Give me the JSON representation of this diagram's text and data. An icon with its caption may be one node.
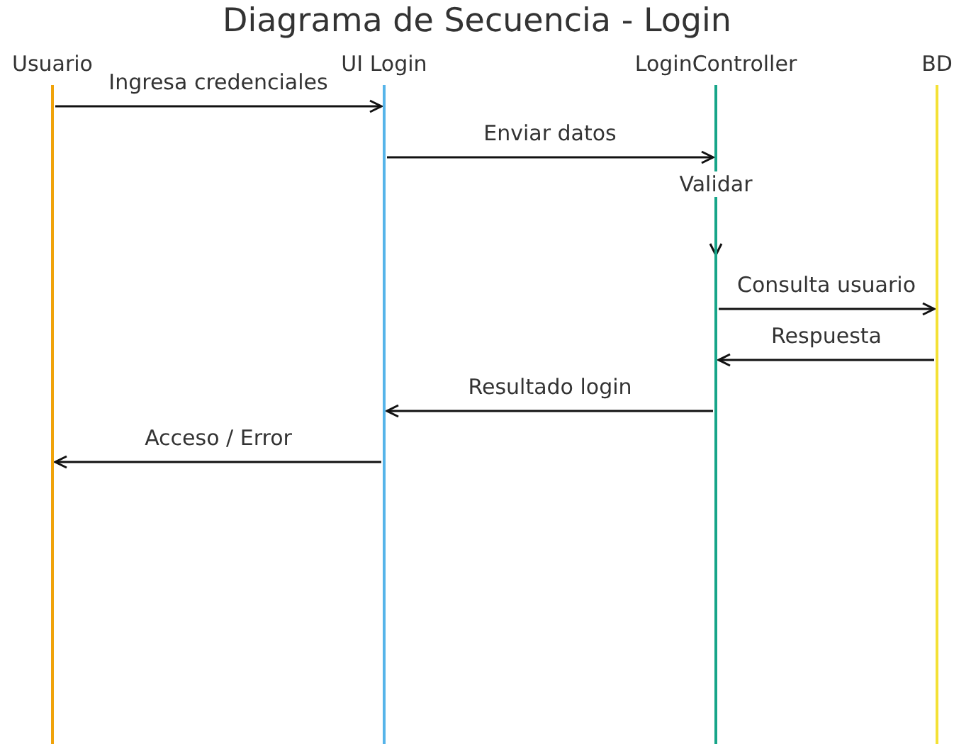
{
  "diagram": {
    "title": "Diagrama de Secuencia - Login",
    "nodes": [
      {
        "text": [
          "Usuario"
        ]
      },
      {
        "text": [
          "UI Login"
        ]
      },
      {
        "text": [
          "LoginController"
        ]
      },
      {
        "text": [
          "BD"
        ]
      }
    ],
    "edges": [
      {
        "from": 0,
        "to": 1,
        "arrow": "to",
        "label": "Ingresa credenciales"
      },
      {
        "from": 1,
        "to": 2,
        "arrow": "to",
        "label": "Enviar datos"
      },
      {
        "from": 2,
        "to": 2,
        "arrow": "to",
        "label": "Validar"
      },
      {
        "from": 2,
        "to": 3,
        "arrow": "to",
        "label": "Consulta usuario"
      },
      {
        "from": 3,
        "to": 2,
        "arrow": "to",
        "label": "Respuesta"
      },
      {
        "from": 2,
        "to": 1,
        "arrow": "to",
        "label": "Resultado login"
      },
      {
        "from": 1,
        "to": 0,
        "arrow": "to",
        "label": "Acceso / Error"
      }
    ]
  }
}
